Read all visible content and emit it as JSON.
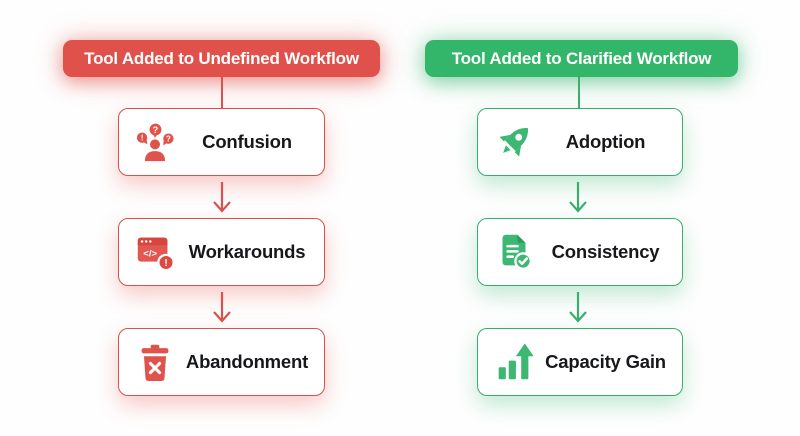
{
  "title": "Tool adoption workflow comparison diagram",
  "colors": {
    "red_accent": "#E1514B",
    "red_border": "#D5514A",
    "green_accent": "#33B56A",
    "green_border": "#3BAE6F",
    "label_text": "#17181B",
    "header_text": "#FFFFFF",
    "background": "#FEFEFE"
  },
  "left_flow": {
    "header": "Tool Added to Undefined Workflow",
    "steps": [
      {
        "label": "Confusion",
        "icon": "confused-person-icon"
      },
      {
        "label": "Workarounds",
        "icon": "code-window-warning-icon"
      },
      {
        "label": "Abandonment",
        "icon": "trash-delete-icon"
      }
    ]
  },
  "right_flow": {
    "header": "Tool Added to Clarified Workflow",
    "steps": [
      {
        "label": "Adoption",
        "icon": "rocket-icon"
      },
      {
        "label": "Consistency",
        "icon": "document-check-icon"
      },
      {
        "label": "Capacity Gain",
        "icon": "growth-chart-icon"
      }
    ]
  }
}
